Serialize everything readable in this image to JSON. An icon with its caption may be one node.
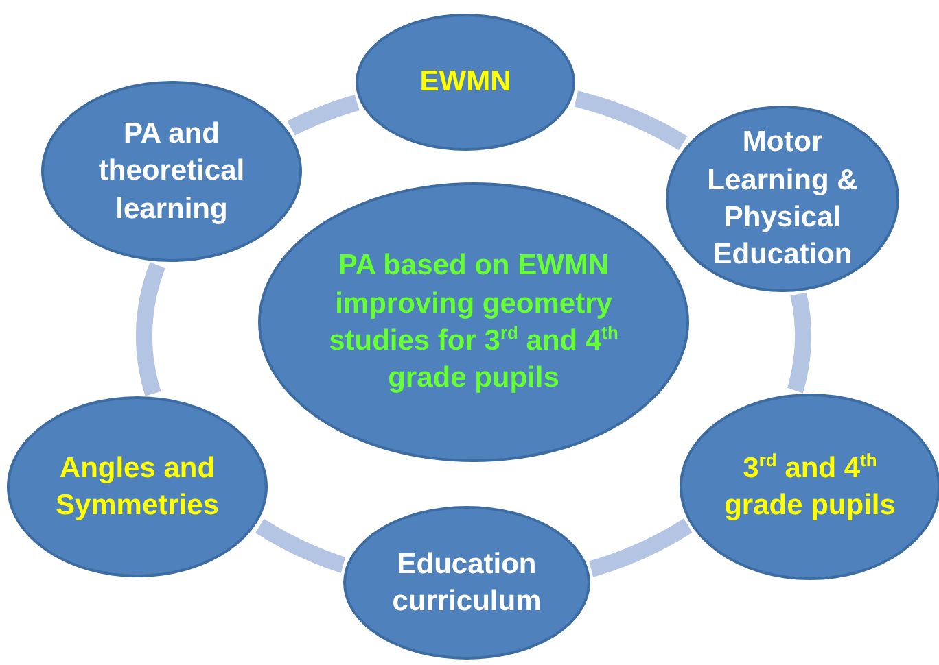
{
  "diagram": {
    "nodes": [
      {
        "text": [
          "EWMN"
        ]
      },
      {
        "text": [
          "PA and theoretical learning"
        ]
      },
      {
        "text": [
          "Motor Learning  & Physical Education"
        ]
      },
      {
        "text": [
          "PA based on EWMN improving geometry studies for 3$^{rd}$ and 4$^{th}$  grade pupils"
        ]
      },
      {
        "text": [
          "Angles and Symmetries"
        ]
      },
      {
        "text": [
          "3$^{rd}$ and 4$^{th}$ grade pupils"
        ]
      },
      {
        "text": [
          "Education curriculum"
        ]
      }
    ],
    "edges": [
      {
        "from": 0,
        "to": 2,
        "arrow": "none"
      },
      {
        "from": 2,
        "to": 5,
        "arrow": "none"
      },
      {
        "from": 5,
        "to": 6,
        "arrow": "none"
      },
      {
        "from": 6,
        "to": 4,
        "arrow": "none"
      },
      {
        "from": 4,
        "to": 1,
        "arrow": "none"
      },
      {
        "from": 1,
        "to": 0,
        "arrow": "none"
      }
    ]
  }
}
